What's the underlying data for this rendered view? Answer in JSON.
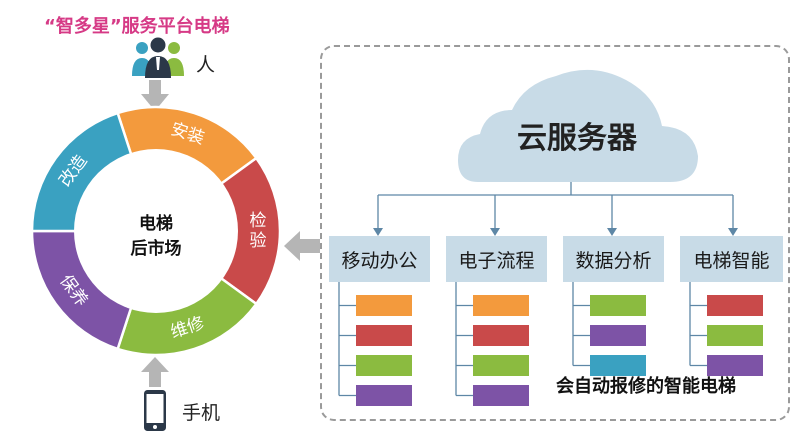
{
  "title": "“智多星”服务平台电梯",
  "person_label": "人",
  "phone_label": "手机",
  "ring": {
    "center_line1": "电梯",
    "center_line2": "后市场",
    "segments": [
      {
        "label": "安装",
        "color": "#f39a3d"
      },
      {
        "label": "检验",
        "color": "#c94a4a"
      },
      {
        "label": "维修",
        "color": "#8bbb40"
      },
      {
        "label": "保养",
        "color": "#7d53a6"
      },
      {
        "label": "改造",
        "color": "#3aa1c1"
      }
    ]
  },
  "cloud": {
    "label": "云服务器",
    "color": "#c8dbe7"
  },
  "modules": [
    {
      "label": "移动办公",
      "bars": [
        "#f39a3d",
        "#c94a4a",
        "#8bbb40",
        "#7d53a6"
      ]
    },
    {
      "label": "电子流程",
      "bars": [
        "#f39a3d",
        "#c94a4a",
        "#8bbb40",
        "#7d53a6"
      ]
    },
    {
      "label": "数据分析",
      "bars": [
        "#8bbb40",
        "#7d53a6",
        "#3aa1c1"
      ]
    },
    {
      "label": "电梯智能",
      "bars": [
        "#c94a4a",
        "#8bbb40",
        "#7d53a6"
      ]
    }
  ],
  "tagline": "会自动报修的智能电梯",
  "colors": {
    "arrow": "#b5b5b5",
    "connector": "#5e87a6",
    "frame": "#9a9a9a"
  }
}
